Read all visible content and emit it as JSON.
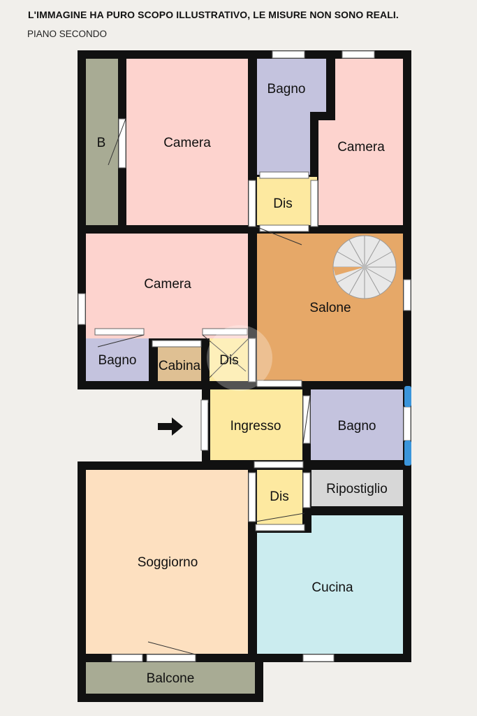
{
  "header": {
    "disclaimer": "L'IMMAGINE HA PURO SCOPO ILLUSTRATIVO, LE MISURE NON SONO REALI.",
    "floor": "PIANO SECONDO"
  },
  "rooms": {
    "b": "B",
    "camera_1": "Camera",
    "bagno_1": "Bagno",
    "camera_2": "Camera",
    "dis_1": "Dis",
    "camera_3": "Camera",
    "salone": "Salone",
    "bagno_2": "Bagno",
    "cabina": "Cabina",
    "dis_2": "Dis",
    "ingresso": "Ingresso",
    "bagno_3": "Bagno",
    "dis_3": "Dis",
    "ripostiglio": "Ripostiglio",
    "soggiorno": "Soggiorno",
    "cucina": "Cucina",
    "balcone": "Balcone"
  },
  "colors": {
    "wall": "#111111",
    "camera": "#fdd3ce",
    "bagno": "#c4c3de",
    "dis": "#fde9a0",
    "salone": "#e6a868",
    "cabina": "#dfc093",
    "soggiorno": "#fde0c0",
    "cucina": "#cbecef",
    "ripostiglio": "#d7d7d7",
    "balcony": "#a8ab94",
    "window_blue": "#3b95db"
  },
  "icons": [
    "spiral-staircase-icon",
    "entrance-arrow-icon"
  ]
}
